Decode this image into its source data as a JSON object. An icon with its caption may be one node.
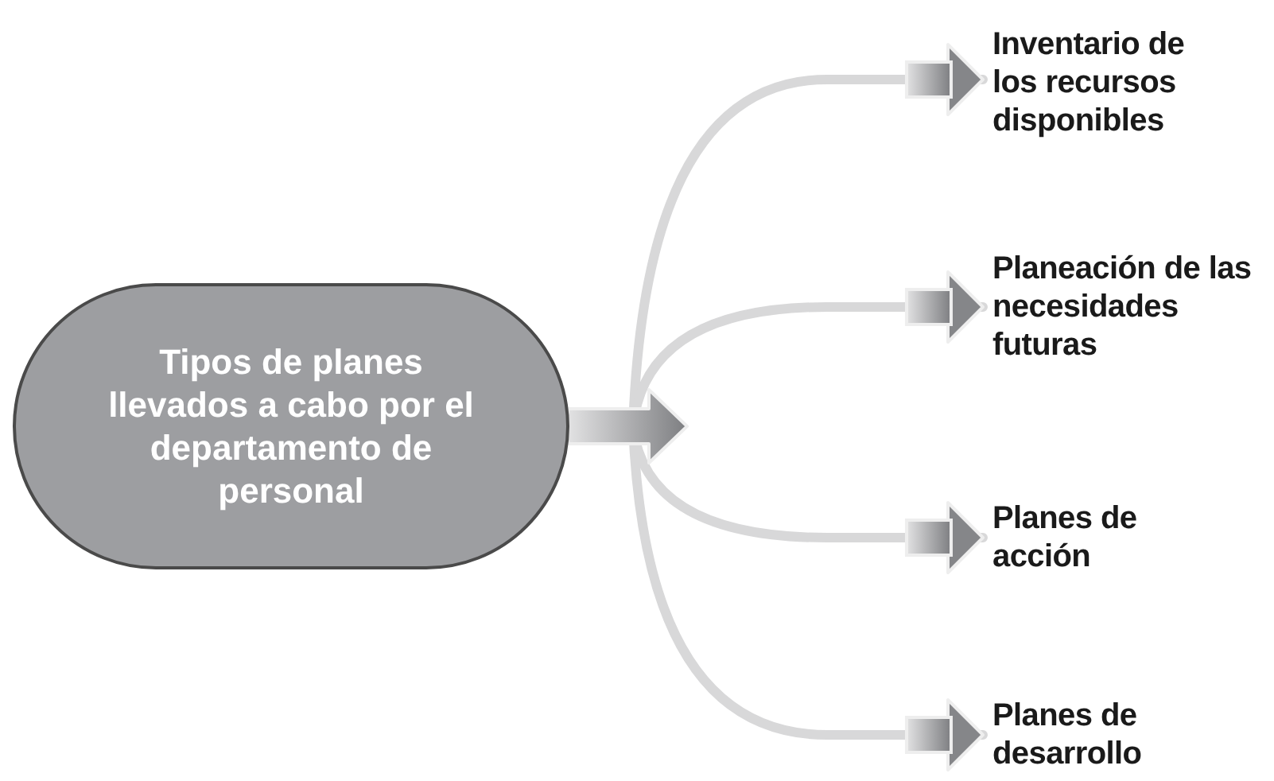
{
  "diagram": {
    "nodes": [
      {
        "text": [
          "Tipos de planes llevados a cabo por el departamento de personal"
        ]
      },
      {
        "text": [
          "Inventario de los recursos disponibles"
        ]
      },
      {
        "text": [
          "Planeación de las necesidades futuras"
        ]
      },
      {
        "text": [
          "Planes de acción"
        ]
      },
      {
        "text": [
          "Planes de desarrollo"
        ]
      }
    ],
    "edges": [
      {
        "from": 0,
        "to": 1,
        "arrow": "to"
      },
      {
        "from": 0,
        "to": 2,
        "arrow": "to"
      },
      {
        "from": 0,
        "to": 3,
        "arrow": "to"
      },
      {
        "from": 0,
        "to": 4,
        "arrow": "to"
      }
    ]
  }
}
